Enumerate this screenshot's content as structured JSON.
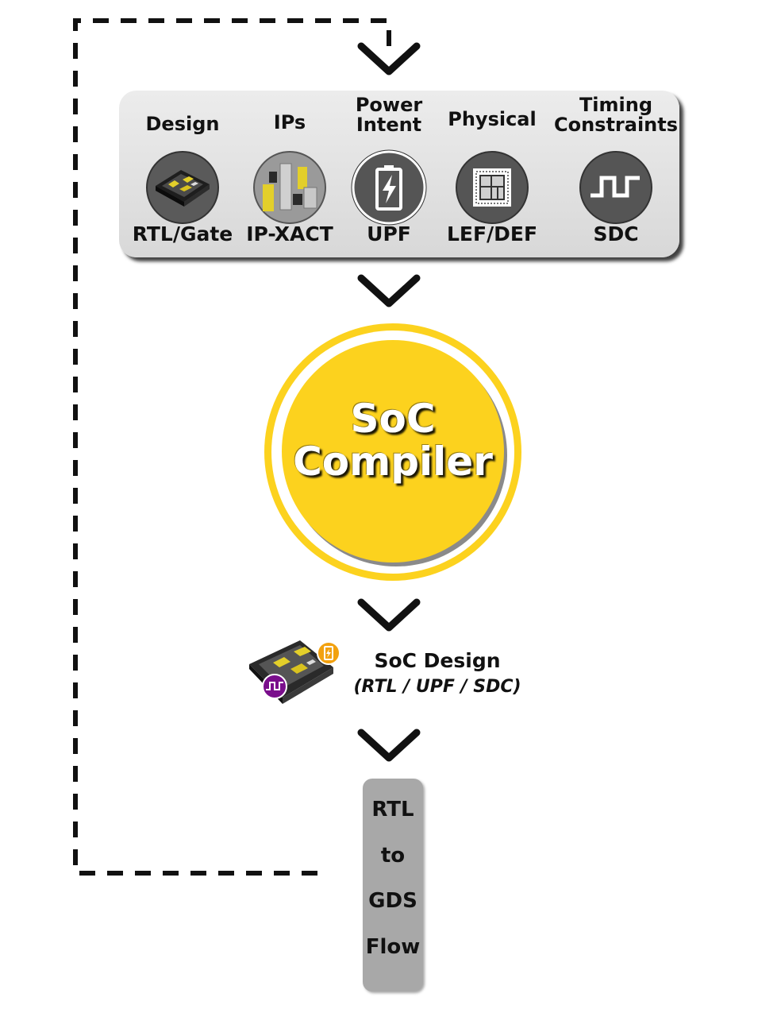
{
  "inputs": [
    {
      "title_lines": [
        "Design"
      ],
      "subtitle": "RTL/Gate",
      "icon": "chip-icon"
    },
    {
      "title_lines": [
        "IPs"
      ],
      "subtitle": "IP-XACT",
      "icon": "ip-blocks-icon"
    },
    {
      "title_lines": [
        "Power",
        "Intent"
      ],
      "subtitle": "UPF",
      "icon": "battery-icon"
    },
    {
      "title_lines": [
        "Physical"
      ],
      "subtitle": "LEF/DEF",
      "icon": "floorplan-icon"
    },
    {
      "title_lines": [
        "Timing",
        "Constraints"
      ],
      "subtitle": "SDC",
      "icon": "clock-waveform-icon"
    }
  ],
  "compiler": {
    "line1": "SoC",
    "line2": "Compiler"
  },
  "output": {
    "title": "SoC Design",
    "formats": "(RTL / UPF / SDC)",
    "icon": "soc-chip-icon"
  },
  "flow": {
    "lines": [
      "RTL",
      "to",
      "GDS",
      "Flow"
    ]
  },
  "colors": {
    "accent": "#fcd21e",
    "panel": "#e0e0e0",
    "icon_dark": "#555555",
    "flow_box": "#a8a8a8",
    "badge_orange": "#f2a10f",
    "badge_purple": "#7a0e8c"
  }
}
